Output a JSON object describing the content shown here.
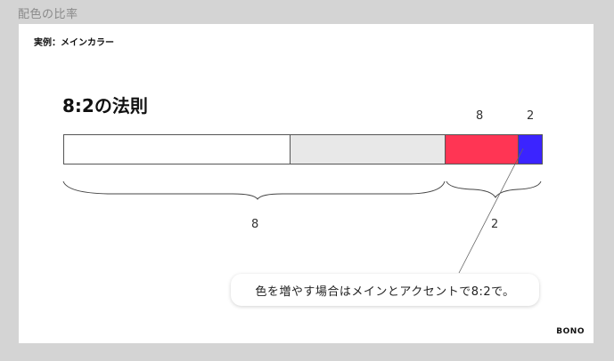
{
  "page_title": "配色の比率",
  "slide": {
    "subtitle": "実例：メインカラー",
    "rule_title": "8:2の法則",
    "top_labels": {
      "main": "8",
      "accent": "2"
    },
    "brace_labels": {
      "main": "8",
      "accent": "2"
    },
    "callout": "色を増やす場合はメインとアクセントで8:2で。",
    "logo": "BONO"
  },
  "bar_colors": {
    "white": "#ffffff",
    "gray": "#e8e8e8",
    "red": "#ff3554",
    "blue": "#3b24ff"
  }
}
